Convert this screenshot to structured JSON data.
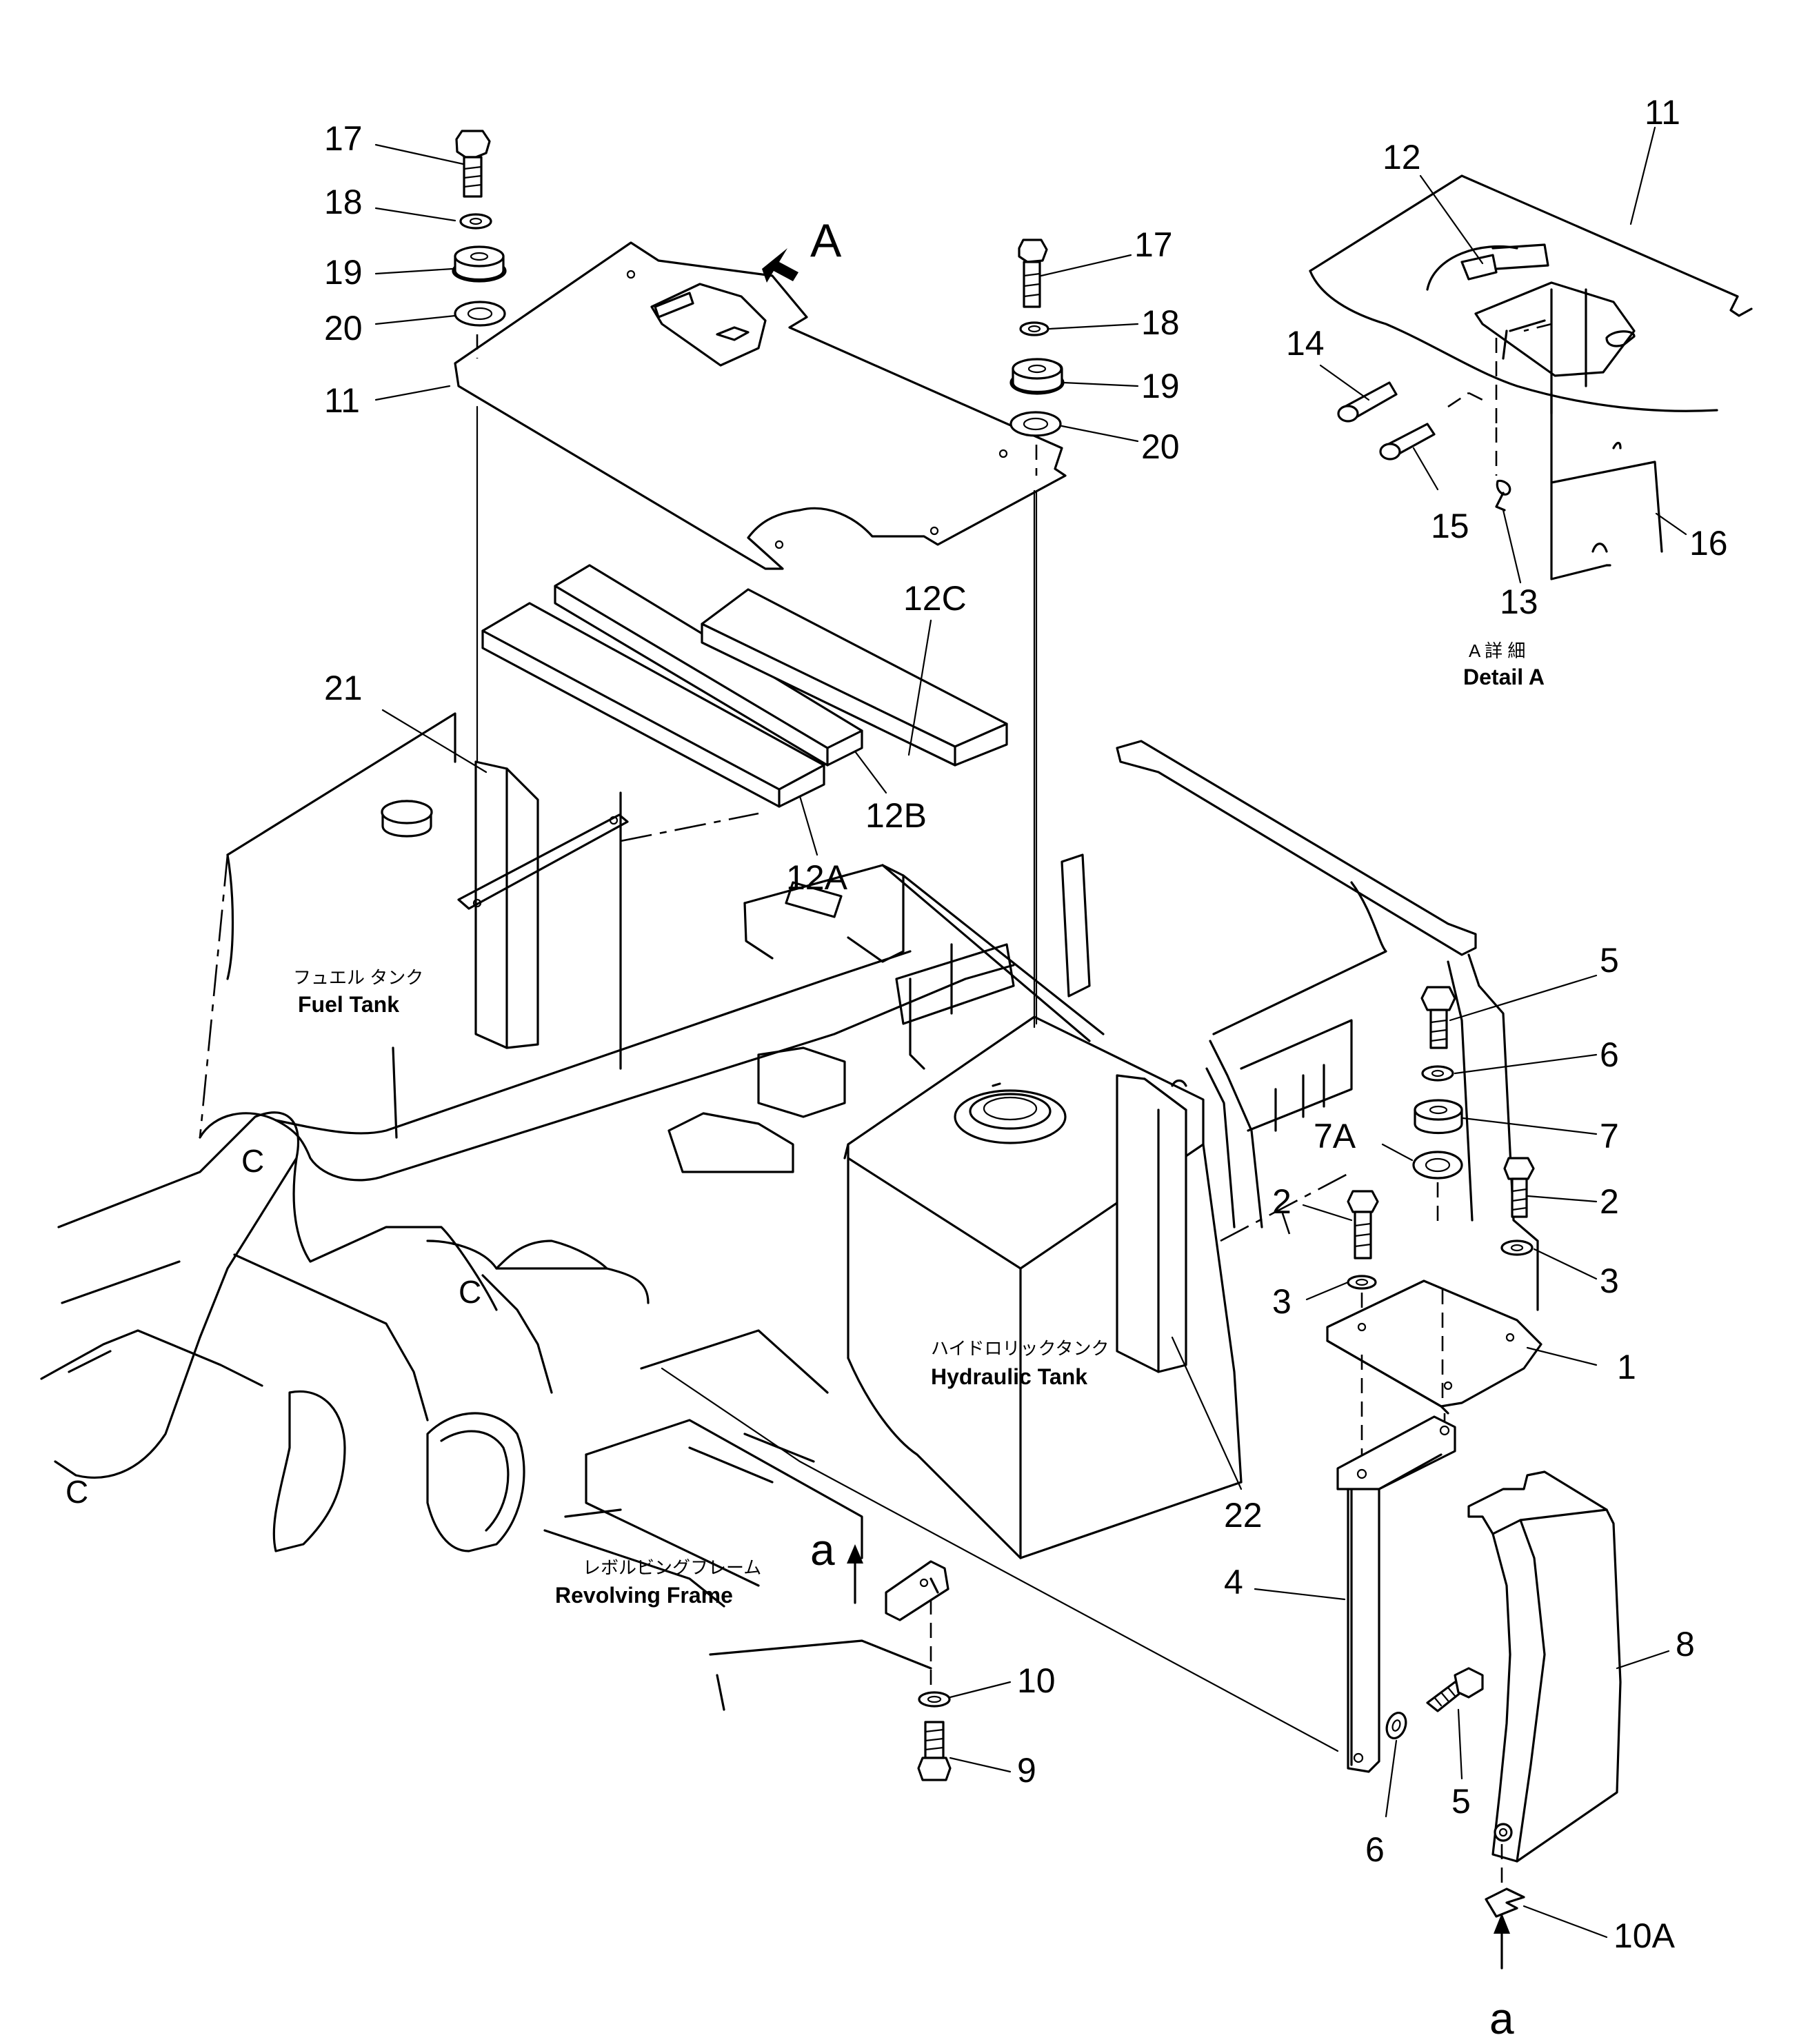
{
  "detail_caption": {
    "jp": "A 詳 細",
    "en": "Detail A"
  },
  "view_arrows": {
    "A": "A",
    "a_top": "a",
    "a_bottom": "a"
  },
  "component_labels": {
    "fuel_tank": {
      "jp": "フュエル タンク",
      "en": "Fuel Tank"
    },
    "hydraulic_tank": {
      "jp": "ハイドロリックタンク",
      "en": "Hydraulic Tank"
    },
    "revolving_frame": {
      "jp": "レボルビングフレーム",
      "en": "Revolving Frame"
    }
  },
  "callouts": {
    "c17a": "17",
    "c18a": "18",
    "c19a": "19",
    "c20a": "20",
    "c11a": "11",
    "c17b": "17",
    "c18b": "18",
    "c19b": "19",
    "c20b": "20",
    "c12C": "12C",
    "c12B": "12B",
    "c12A": "12A",
    "c21": "21",
    "c22": "22",
    "c11d": "11",
    "c12d": "12",
    "c14": "14",
    "c15": "15",
    "c13": "13",
    "c16": "16",
    "c5a": "5",
    "c6a": "6",
    "c7": "7",
    "c7A": "7A",
    "c2a": "2",
    "c2b": "2",
    "c3a": "3",
    "c3b": "3",
    "c1": "1",
    "c4": "4",
    "c8": "8",
    "c6b": "6",
    "c5b": "5",
    "c10": "10",
    "c9": "9",
    "c10A": "10A"
  }
}
